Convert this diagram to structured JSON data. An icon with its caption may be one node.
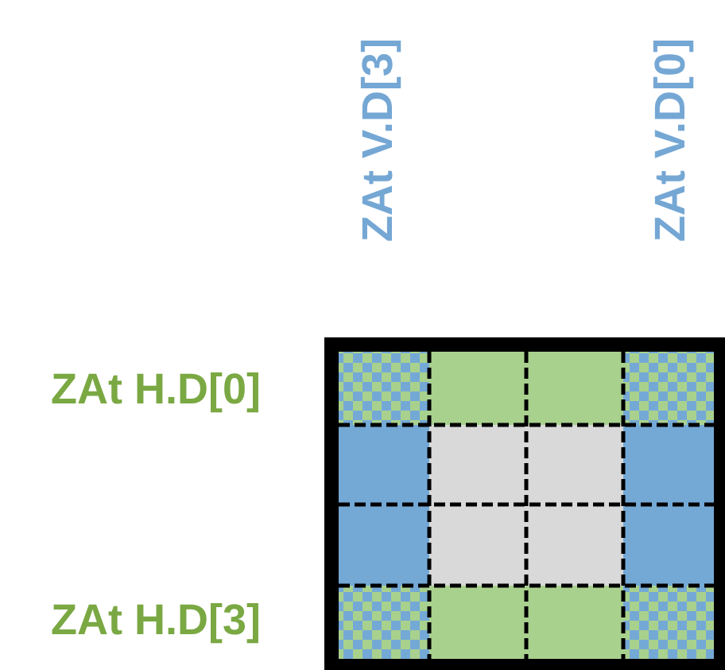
{
  "diagram": {
    "labels": [
      "ZAt V.D[3]",
      "ZAt V.D[0]",
      "ZAt H.D[0]",
      "ZAt H.D[3]"
    ]
  }
}
